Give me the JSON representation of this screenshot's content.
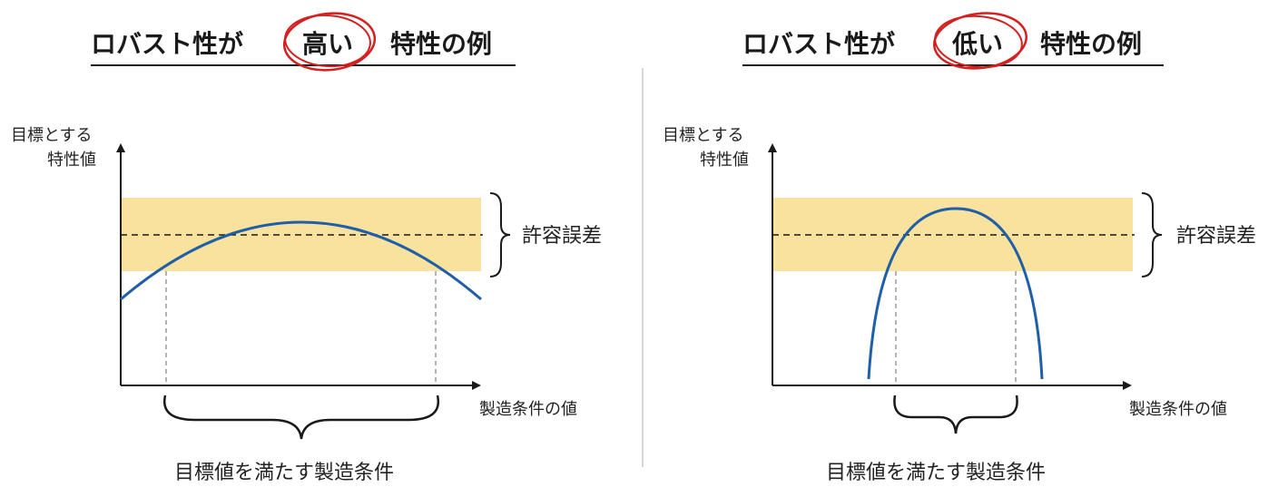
{
  "left_panel": {
    "title_before": "ロバスト性が",
    "title_circled": "高い",
    "title_after": "特性の例",
    "y_axis_label_line1": "目標とする",
    "y_axis_label_line2": "特性値",
    "x_axis_label": "製造条件の値",
    "tolerance_label": "許容誤差",
    "bottom_caption": "目標値を満たす製造条件"
  },
  "right_panel": {
    "title_before": "ロバスト性が",
    "title_circled": "低い",
    "title_after": "特性の例",
    "y_axis_label_line1": "目標とする",
    "y_axis_label_line2": "特性値",
    "x_axis_label": "製造条件の値",
    "tolerance_label": "許容誤差",
    "bottom_caption": "目標値を満たす製造条件"
  },
  "colors": {
    "tolerance_band": "#f9e29d",
    "curve": "#1f5fa8",
    "circle": "#d42020",
    "axis": "#1a1a1a",
    "divider": "#cccccc",
    "guide_line": "#9a9a9a"
  }
}
